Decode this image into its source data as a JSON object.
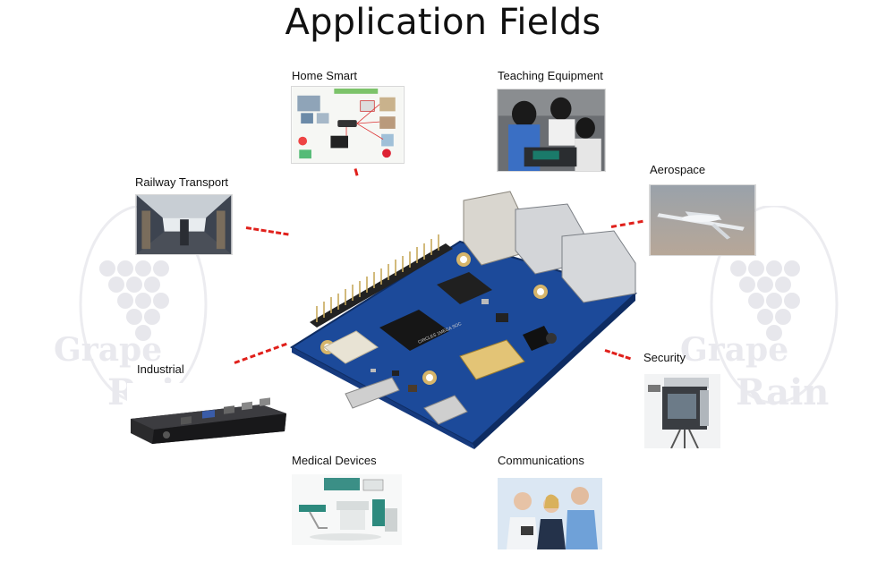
{
  "title": "Application Fields",
  "fields": {
    "home_smart": "Home Smart",
    "teaching_equipment": "Teaching Equipment",
    "railway_transport": "Railway Transport",
    "aerospace": "Aerospace",
    "industrial": "Industrial",
    "security": "Security",
    "medical_devices": "Medical Devices",
    "communications": "Communications"
  },
  "watermark": {
    "line1": "Grape",
    "line2": "Rain"
  },
  "board": {
    "chip_marking": "CIRCLES 1MEGA SOC"
  },
  "colors": {
    "connector_dash": "#e0201b",
    "board_pcb": "#1c4a9a",
    "watermark": "#e9e9ee"
  }
}
